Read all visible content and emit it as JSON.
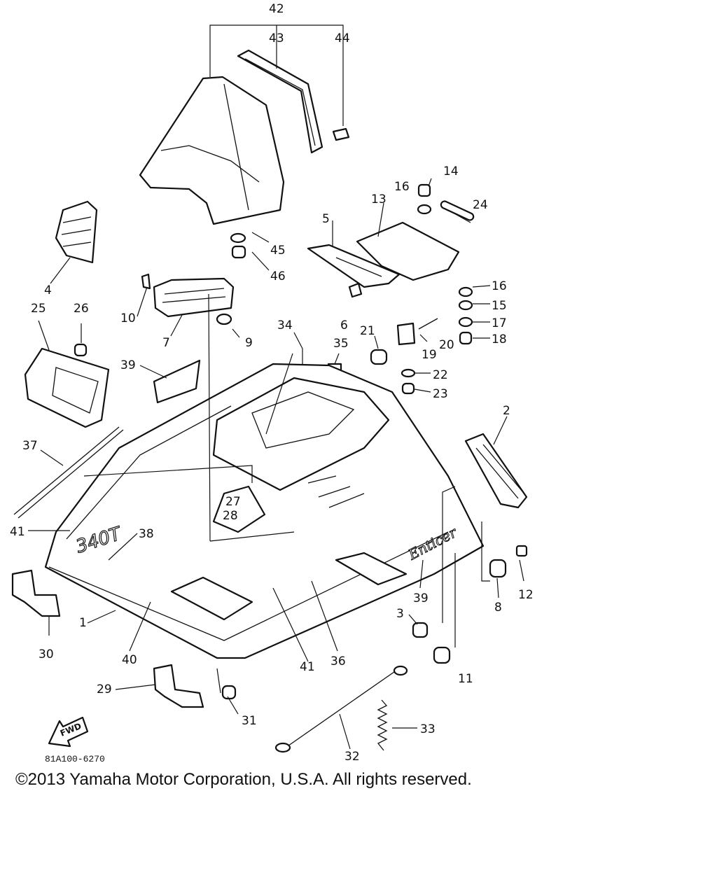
{
  "diagram": {
    "callouts": [
      "1",
      "2",
      "3",
      "4",
      "5",
      "6",
      "7",
      "8",
      "9",
      "10",
      "11",
      "12",
      "13",
      "14",
      "15",
      "16",
      "16",
      "17",
      "18",
      "19",
      "20",
      "21",
      "22",
      "23",
      "24",
      "25",
      "26",
      "27",
      "28",
      "29",
      "30",
      "31",
      "32",
      "33",
      "34",
      "35",
      "36",
      "37",
      "38",
      "39",
      "39",
      "40",
      "41",
      "41",
      "42",
      "43",
      "44",
      "45",
      "46"
    ],
    "reference_code": "81A100-6270",
    "fwd_label": "FWD",
    "model_decal": "340T",
    "brand_decal": "Enticer"
  },
  "footer": {
    "copyright": "©2013 Yamaha Motor Corporation, U.S.A. All rights reserved."
  }
}
